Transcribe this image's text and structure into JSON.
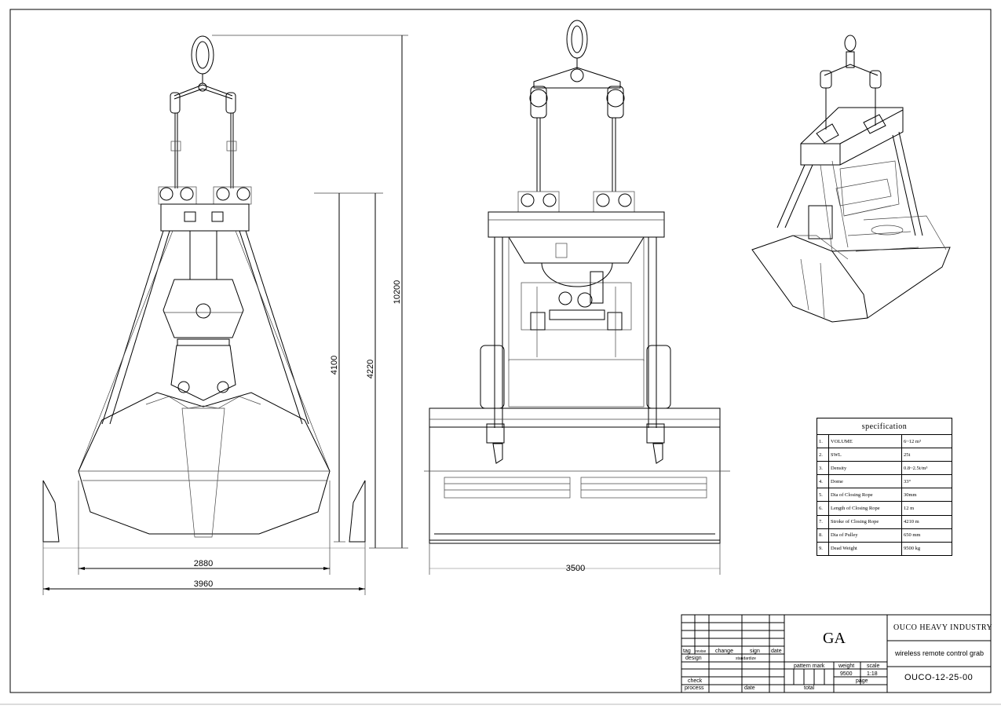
{
  "dimensions": {
    "front_span": "2880",
    "front_total": "3960",
    "height_overall": "10200",
    "height_a": "4100",
    "height_b": "4220",
    "side_width": "3500"
  },
  "specification": {
    "title": "specification",
    "rows": [
      {
        "no": "1.",
        "param": "VOLUME",
        "value": "6~12 m³"
      },
      {
        "no": "2.",
        "param": "SWL",
        "value": "25t"
      },
      {
        "no": "3.",
        "param": "Density",
        "value": "0.8~2.5t/m³"
      },
      {
        "no": "4.",
        "param": "Dome",
        "value": "33°"
      },
      {
        "no": "5.",
        "param": "Dia of Closing Rope",
        "value": "30mm"
      },
      {
        "no": "6.",
        "param": "Length of Closing Rope",
        "value": "12 m"
      },
      {
        "no": "7.",
        "param": "Stroke of Closing Rope",
        "value": "4210 m"
      },
      {
        "no": "8.",
        "param": "Dia of Pulley",
        "value": "650 mm"
      },
      {
        "no": "9.",
        "param": "Dead Weight",
        "value": "9500 kg"
      }
    ]
  },
  "title_block": {
    "rev_headers": {
      "tag": "tag",
      "revise": "revise",
      "change": "change",
      "sign": "sign",
      "date": "date"
    },
    "design": "design",
    "standardize": "standardize",
    "check": "check",
    "process": "process",
    "date": "date",
    "drawing_type": "GA",
    "pattern_mark": "pattern mark",
    "weight_label": "weight",
    "scale_label": "scale",
    "weight_value": "9500",
    "scale_value": "1:18",
    "total": "total",
    "page": "page",
    "company": "OUCO HEAVY INDUSTRY",
    "product": "wireless remote control grab",
    "drawing_no": "OUCO-12-25-00"
  }
}
